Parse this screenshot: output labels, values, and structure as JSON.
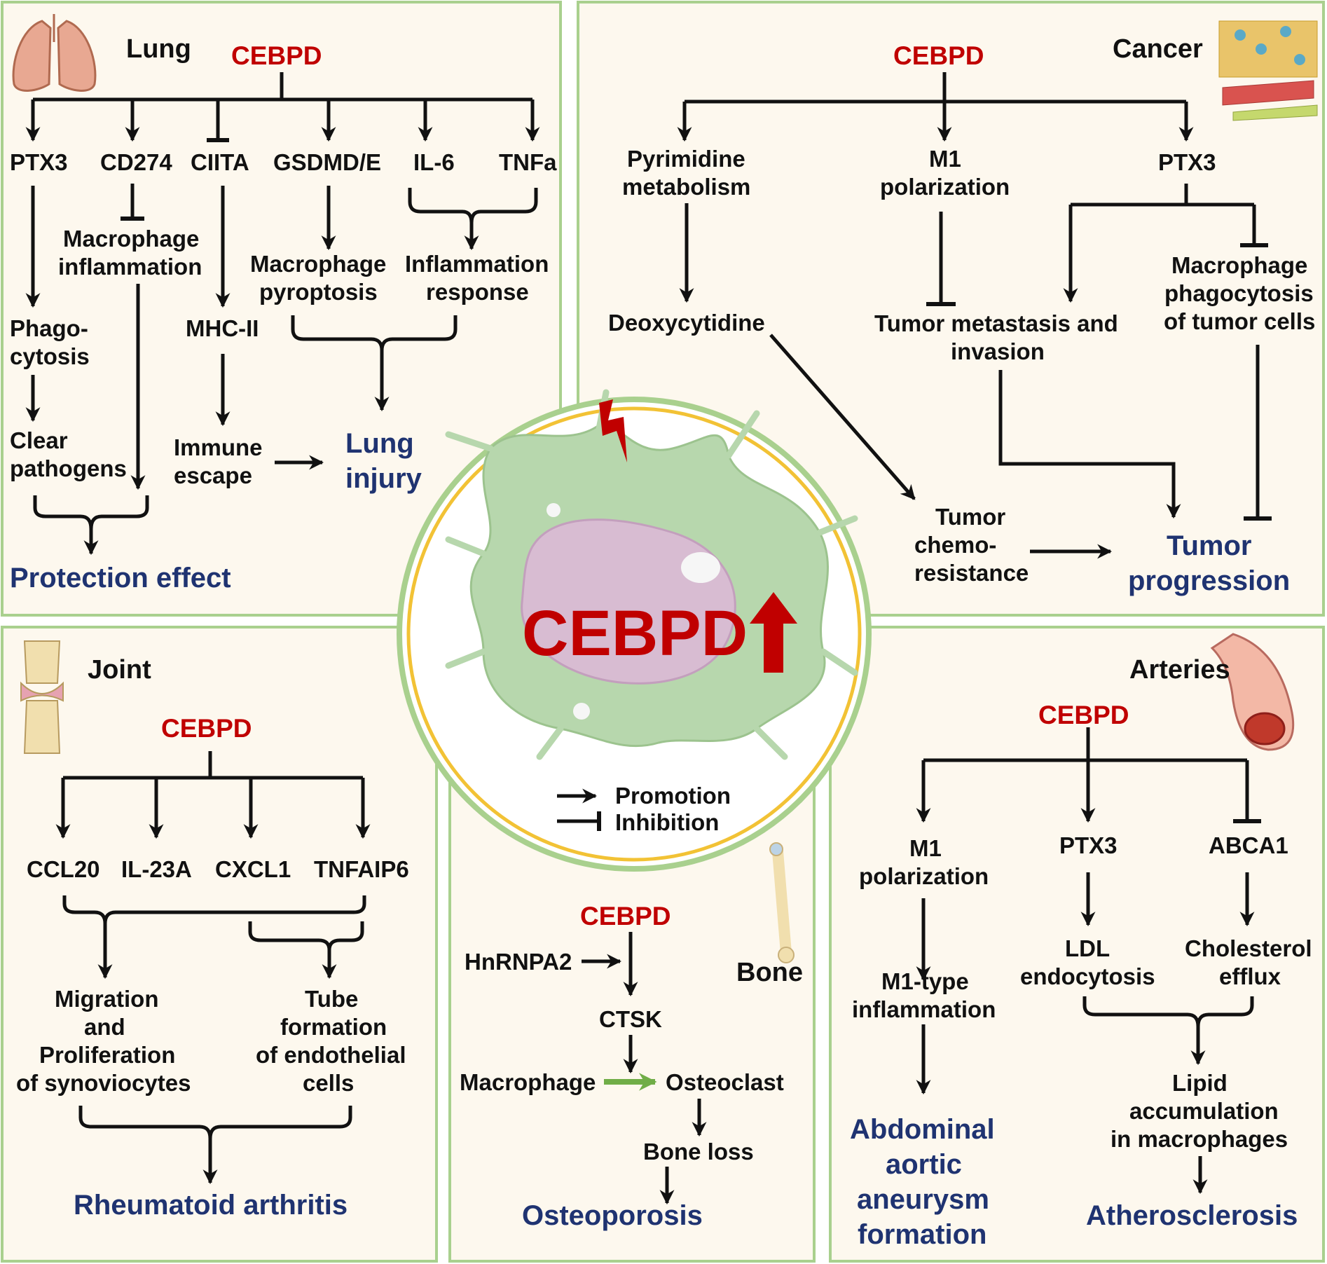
{
  "center": {
    "label": "CEBPD"
  },
  "legend": {
    "promotion": "Promotion",
    "inhibition": "Inhibition"
  },
  "lung": {
    "title": "Lung",
    "root": "CEBPD",
    "targets": [
      "PTX3",
      "CD274",
      "CIITA",
      "GSDMD/E",
      "IL-6",
      "TNFa"
    ],
    "phago": [
      "Phago-",
      "cytosis"
    ],
    "clear": [
      "Clear",
      "pathogens"
    ],
    "mac_inflam": [
      "Macrophage",
      "inflammation"
    ],
    "mhc": "MHC-II",
    "immune": [
      "Immune",
      "escape"
    ],
    "pyro": [
      "Macrophage",
      "pyroptosis"
    ],
    "inflam_resp": [
      "Inflammation",
      "response"
    ],
    "injury": [
      "Lung",
      "injury"
    ],
    "protection": "Protection effect"
  },
  "cancer": {
    "title": "Cancer",
    "root": "CEBPD",
    "pyr": [
      "Pyrimidine",
      "metabolism"
    ],
    "m1": [
      "M1",
      "polarization"
    ],
    "ptx3": "PTX3",
    "deoxy": "Deoxycytidine",
    "metastasis": [
      "Tumor metastasis and",
      "invasion"
    ],
    "phago": [
      "Macrophage",
      "phagocytosis",
      "of tumor cells"
    ],
    "chemo": [
      "Tumor",
      "chemo-",
      "resistance"
    ],
    "progression": [
      "Tumor",
      "progression"
    ]
  },
  "joint": {
    "title": "Joint",
    "root": "CEBPD",
    "targets": [
      "CCL20",
      "IL-23A",
      "CXCL1",
      "TNFAIP6"
    ],
    "migration": [
      "Migration",
      "and",
      "Proliferation",
      "of synoviocytes"
    ],
    "tube": [
      "Tube",
      "formation",
      "of endothelial",
      "cells"
    ],
    "outcome": "Rheumatoid arthritis"
  },
  "bone": {
    "title": "Bone",
    "root": "CEBPD",
    "hnrnpa2": "HnRNPA2",
    "ctsk": "CTSK",
    "macrophage": "Macrophage",
    "osteoclast": "Osteoclast",
    "loss": "Bone loss",
    "outcome": "Osteoporosis"
  },
  "arteries": {
    "title": "Arteries",
    "root": "CEBPD",
    "m1": [
      "M1",
      "polarization"
    ],
    "ptx3": "PTX3",
    "abca1": "ABCA1",
    "m1type": [
      "M1-type",
      "inflammation"
    ],
    "ldl": [
      "LDL",
      "endocytosis"
    ],
    "chol": [
      "Cholesterol",
      "efflux"
    ],
    "lipid": [
      "Lipid",
      "accumulation",
      "in macrophages"
    ],
    "aaa": [
      "Abdominal",
      "aortic",
      "aneurysm",
      "formation"
    ],
    "athero": "Atherosclerosis"
  },
  "colors": {
    "panel_bg": "#fdf8ee",
    "panel_border": "#a9d08e",
    "root_red": "#c00000",
    "outcome_blue": "#1f3371",
    "cell_green": "#b7d7ad",
    "nucleus_pink": "#d8bcd2",
    "circle_ring": "#f2c235",
    "green_arrow": "#70ad47"
  },
  "icons": [
    "lung-icon",
    "tumor-tissue-icon",
    "knee-joint-icon",
    "bone-icon",
    "artery-icon",
    "lightning-bolt-icon",
    "up-arrow-icon"
  ]
}
